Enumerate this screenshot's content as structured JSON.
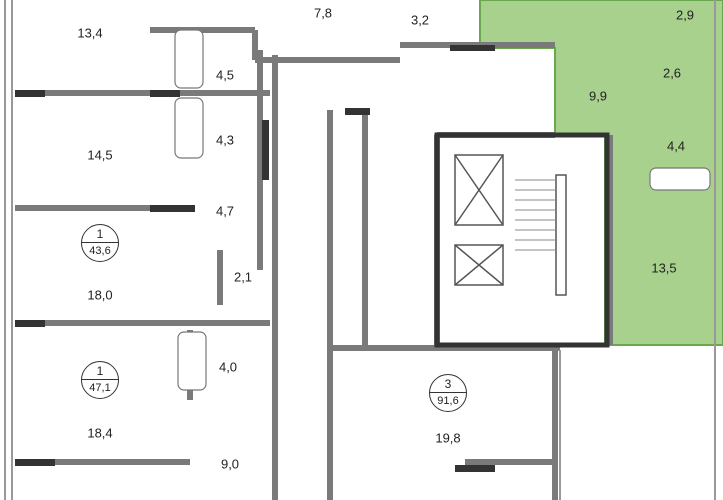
{
  "colors": {
    "highlight": "#a9d18e",
    "highlight_edge": "#6aa84f",
    "wall": "#7a7a7a",
    "wall_dark": "#333333"
  },
  "apartments": [
    {
      "rooms": "1",
      "area": "43,6"
    },
    {
      "rooms": "1",
      "area": "47,1"
    },
    {
      "rooms": "3",
      "area": "91,6"
    }
  ],
  "rooms": [
    "13,4",
    "7,8",
    "3,2",
    "2,9",
    "4,5",
    "2,6",
    "9,9",
    "14,5",
    "4,3",
    "4,4",
    "4,7",
    "13,5",
    "18,0",
    "2,1",
    "4,0",
    "18,4",
    "19,8",
    "9,0"
  ]
}
